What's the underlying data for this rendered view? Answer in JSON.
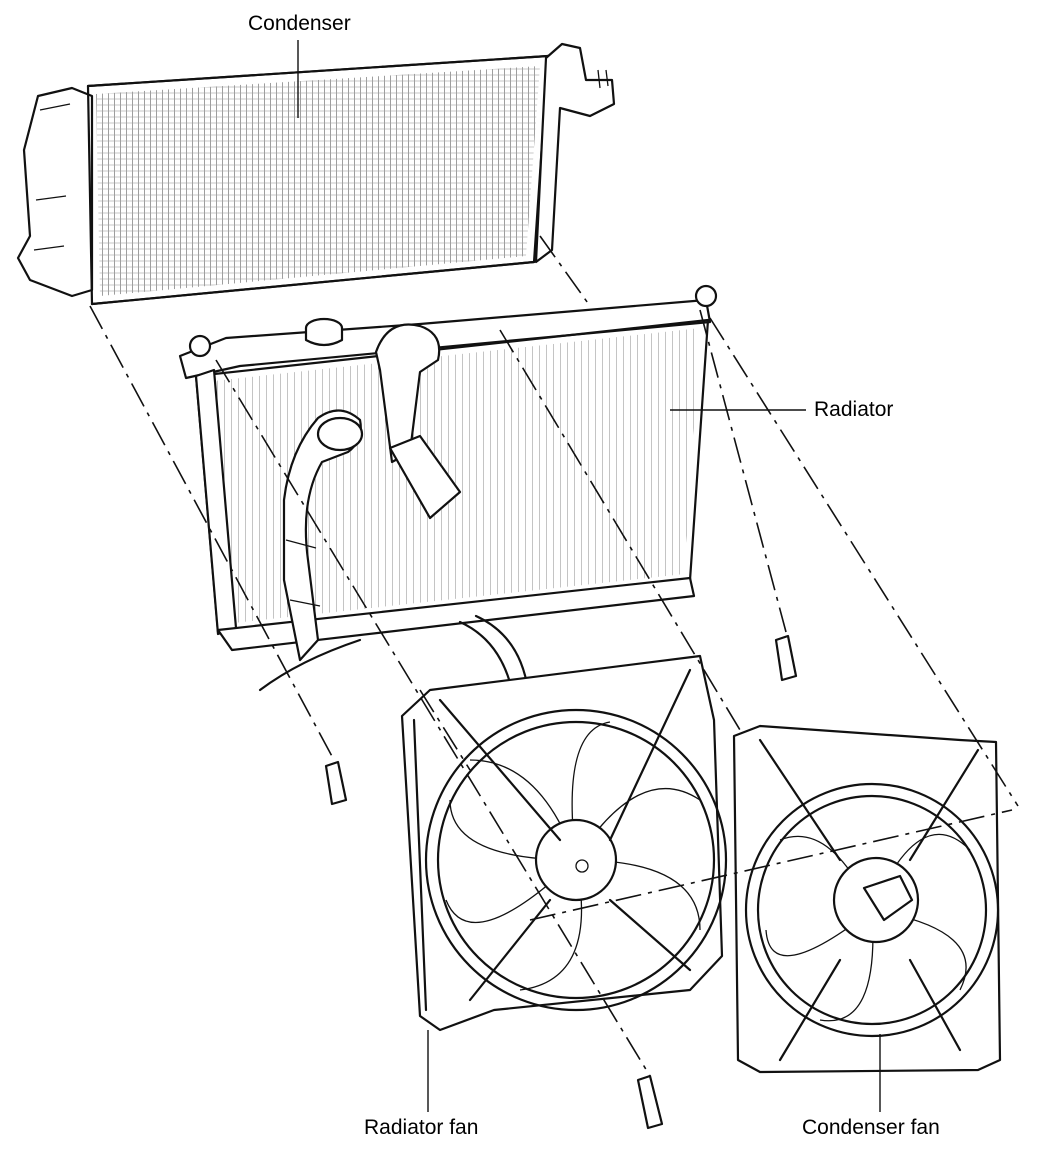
{
  "labels": {
    "condenser": "Condenser",
    "radiator": "Radiator",
    "radiator_fan": "Radiator fan",
    "condenser_fan": "Condenser fan"
  }
}
